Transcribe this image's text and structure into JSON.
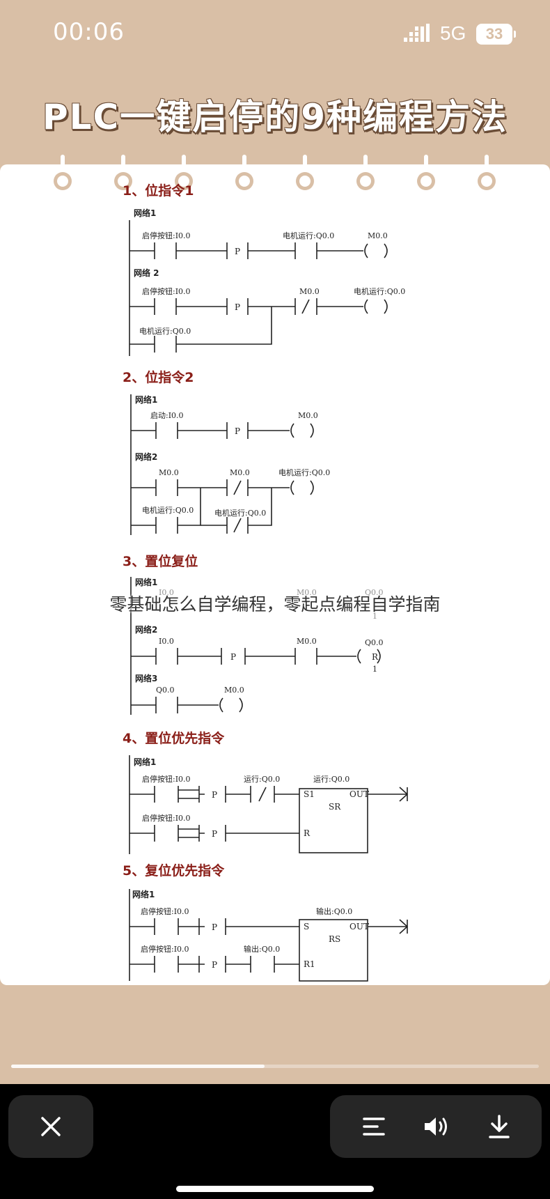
{
  "status_bar": {
    "time": "00:06",
    "network": "5G",
    "battery": "33"
  },
  "title": "PLC一键启停的9种编程方法",
  "overlay_caption": "零基础怎么自学编程，零起点编程自学指南",
  "progress": {
    "value": 0.48
  },
  "icons": {
    "close": "close-icon",
    "menu": "menu-icon",
    "speaker": "speaker-icon",
    "download": "download-icon",
    "signal": "signal-icon"
  },
  "colors": {
    "background": "#d9bfa6",
    "section_title": "#8a1e18",
    "title_outline": "#6a4c36"
  },
  "diagram": {
    "s1": {
      "title": "1、位指令1",
      "n1": {
        "label": "网络1",
        "c1": "启停按钮:I0.0",
        "p": "P",
        "c2": "电机运行:Q0.0",
        "coil": "M0.0"
      },
      "n2": {
        "label": "网络 2",
        "c1": "启停按钮:I0.0",
        "p": "P",
        "c2": "M0.0",
        "coil": "电机运行:Q0.0",
        "c3": "电机运行:Q0.0"
      }
    },
    "s2": {
      "title": "2、位指令2",
      "n1": {
        "label": "网络1",
        "c1": "启动:I0.0",
        "p": "P",
        "coil": "M0.0"
      },
      "n2": {
        "label": "网络2",
        "c1": "M0.0",
        "c2": "M0.0",
        "coil": "电机运行:Q0.0",
        "c3": "电机运行:Q0.0",
        "c4": "电机运行:Q0.0"
      }
    },
    "s3": {
      "title": "3、置位复位",
      "n1": {
        "label": "网络1",
        "c1": "I0.0",
        "c2": "M0.0",
        "coil": "Q0.0",
        "coil_num": "1"
      },
      "n2": {
        "label": "网络2",
        "c1": "I0.0",
        "p": "P",
        "c2": "M0.0",
        "coil": "Q0.0",
        "coil_mode": "R",
        "coil_num": "1"
      },
      "n3": {
        "label": "网络3",
        "c1": "Q0.0",
        "coil": "M0.0"
      }
    },
    "s4": {
      "title": "4、置位优先指令",
      "n1": {
        "label": "网络1",
        "c1": "启停按钮:I0.0",
        "p1": "P",
        "c2": "运行:Q0.0",
        "block_out": "运行:Q0.0",
        "block": "SR",
        "pin_s": "S1",
        "pin_out": "OUT",
        "c3": "启停按钮:I0.0",
        "p2": "P",
        "pin_r": "R"
      }
    },
    "s5": {
      "title": "5、复位优先指令",
      "n1": {
        "label": "网络1",
        "c1": "启停按钮:I0.0",
        "p1": "P",
        "block_out": "输出:Q0.0",
        "block": "RS",
        "pin_s": "S",
        "pin_out": "OUT",
        "c2": "启停按钮:I0.0",
        "p2": "P",
        "c3": "输出:Q0.0",
        "pin_r": "R1"
      }
    }
  }
}
